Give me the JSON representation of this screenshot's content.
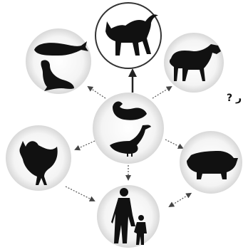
{
  "diagram": {
    "side_mark": "? ر",
    "nodes": [
      {
        "id": "ducks",
        "icon": "duck-and-goose-icon"
      },
      {
        "id": "cat",
        "icon": "black-cat-icon",
        "highlighted": true
      },
      {
        "id": "sea",
        "icon": "whale-and-seal-icon"
      },
      {
        "id": "horse",
        "icon": "horse-icon"
      },
      {
        "id": "chicken",
        "icon": "chicken-icon"
      },
      {
        "id": "pig",
        "icon": "pig-icon"
      },
      {
        "id": "humans",
        "icon": "adult-and-child-icon"
      }
    ],
    "edges": [
      {
        "from": "ducks",
        "to": "cat",
        "style": "bold"
      },
      {
        "from": "ducks",
        "to": "sea",
        "style": "dotted"
      },
      {
        "from": "ducks",
        "to": "horse",
        "style": "dotted"
      },
      {
        "from": "ducks",
        "to": "chicken",
        "style": "dotted"
      },
      {
        "from": "ducks",
        "to": "pig",
        "style": "dotted"
      },
      {
        "from": "ducks",
        "to": "humans",
        "style": "dotted"
      },
      {
        "from": "chicken",
        "to": "humans",
        "style": "dotted"
      },
      {
        "from": "pig",
        "to": "humans",
        "style": "dotted",
        "bidirectional": true
      }
    ]
  }
}
